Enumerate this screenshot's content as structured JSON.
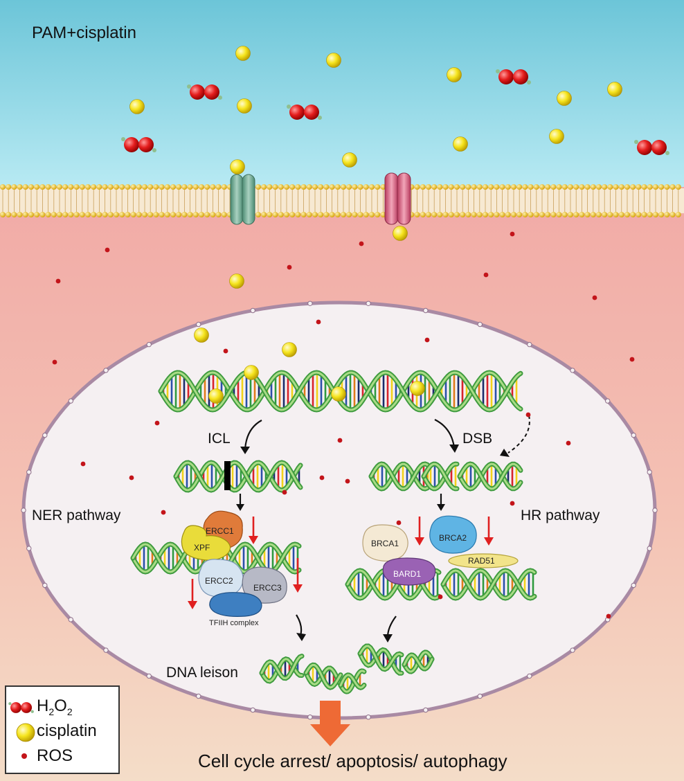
{
  "title": "PAM+cisplatin",
  "branches": {
    "left_label": "ICL",
    "right_label": "DSB",
    "left_pathway": "NER pathway",
    "right_pathway": "HR pathway"
  },
  "proteins": {
    "ner": [
      "ERCC1",
      "XPF",
      "ERCC2",
      "ERCC3"
    ],
    "ner_complex": "TFIIH complex",
    "hr": [
      "BRCA1",
      "BRCA2",
      "RAD51",
      "BARD1"
    ]
  },
  "lesion_label": "DNA leison",
  "outcome": "Cell cycle arrest/ apoptosis/ autophagy",
  "legend": {
    "h2o2_main": "H",
    "h2o2_sub1": "2",
    "h2o2_mid": "O",
    "h2o2_sub2": "2",
    "cisplatin": "cisplatin",
    "ros": "ROS"
  },
  "colors": {
    "h2o2": "#e01d1d",
    "cisplatin": "#f2e21a",
    "ros": "#c3141a",
    "arrow_red": "#e02020",
    "outcome_arrow": "#ee6a35"
  }
}
